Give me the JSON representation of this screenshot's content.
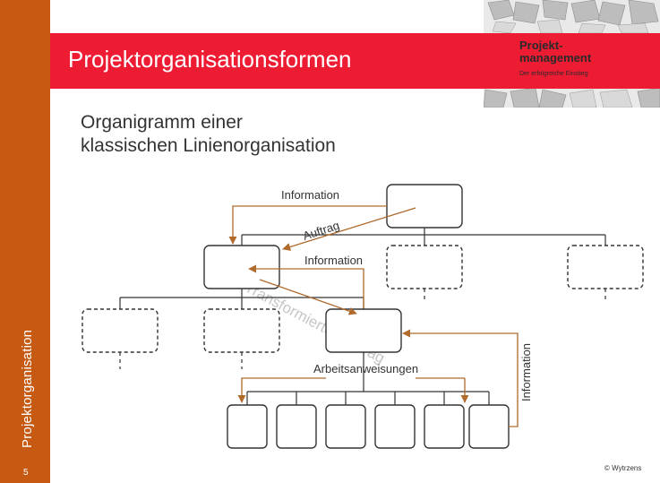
{
  "header": {
    "title": "Projektorganisationsformen"
  },
  "brand": {
    "title": "Projekt-\nmanagement",
    "tagline": "Der erfolgreiche Einstieg"
  },
  "sidebar": {
    "title": "Projektorganisation",
    "page_number": "5"
  },
  "subtitle": {
    "line1": "Organigramm einer",
    "line2": "klassischen Linienorganisation"
  },
  "diagram": {
    "label_information_top": "Information",
    "label_auftrag": "Auftrag",
    "label_information_mid": "Information",
    "label_transformierter_auftrag": "Transformierter Auftrag",
    "label_arbeitsanweisungen": "Arbeitsanweisungen",
    "label_information_vertical": "Information",
    "colors": {
      "arrow": "#b06a2c",
      "box": "#333333",
      "watermark": "#c6c6c6"
    }
  },
  "footer": {
    "copyright": "© Wytrzens"
  }
}
